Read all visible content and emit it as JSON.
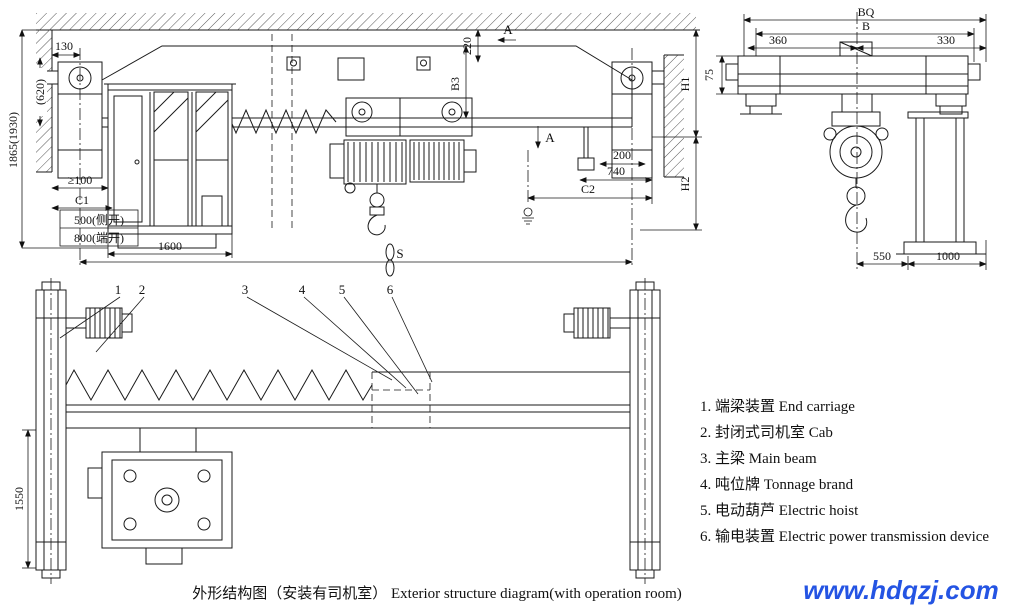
{
  "colors": {
    "watermark_blue": "#2454e3",
    "line": "#1a1a1a"
  },
  "side_view": {
    "dims": {
      "d130": "130",
      "d620": "(620)",
      "d1865": "1865(1930)",
      "dge100": "≥100",
      "c1": "C1",
      "d500_side": "500(侧开)",
      "d800_end": "800(端开)",
      "d1600": "1600",
      "span_s": "S",
      "d220": "220",
      "b3": "B3",
      "section_a_top": "A",
      "section_a_mid": "A",
      "d200": "200",
      "d740": "740",
      "c2": "C2",
      "h1": "H1",
      "h2": "H2"
    }
  },
  "end_view": {
    "dims": {
      "bq": "BQ",
      "b": "B",
      "d360": "360",
      "d330": "330",
      "d75": "75",
      "d550": "550",
      "d1000": "1000"
    }
  },
  "plan_view": {
    "dims": {
      "d1550": "1550"
    },
    "callouts": [
      "1",
      "2",
      "3",
      "4",
      "5",
      "6"
    ]
  },
  "legend": {
    "items": [
      "1. 端梁装置 End carriage",
      "2. 封闭式司机室 Cab",
      "3. 主梁 Main beam",
      "4. 吨位牌 Tonnage brand",
      "5. 电动葫芦 Electric hoist",
      "6. 输电装置 Electric power transmission device"
    ]
  },
  "caption": "外形结构图（安装有司机室）  Exterior structure diagram(with operation room)",
  "watermark": "www.hdqzj.com"
}
